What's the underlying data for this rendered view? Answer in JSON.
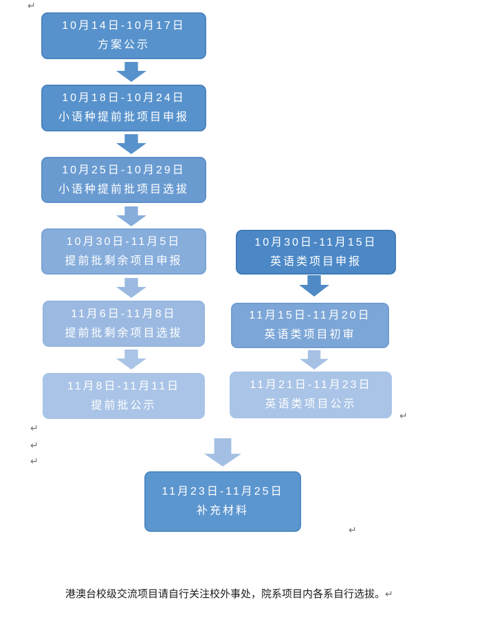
{
  "colors": {
    "page_background": "#ffffff",
    "box_text": "#ffffff",
    "note_text": "#1a1a1a",
    "paragraph_mark": "#707070",
    "shade_dark": "#4C88C6",
    "shade_medium": "#5792CC",
    "shade_light": "#A9C4E6"
  },
  "steps": [
    {
      "dates": "10月14日-10月17日",
      "label": "方案公示",
      "fill": "#5792CC",
      "border": "#4C84BE"
    },
    {
      "dates": "10月18日-10月24日",
      "label": "小语种提前批项目申报",
      "fill": "#5792CC",
      "border": "#4C84BE"
    },
    {
      "dates": "10月25日-10月29日",
      "label": "小语种提前批项目选拔",
      "fill": "#699BD1",
      "border": "#5D8FC8"
    },
    {
      "dates": "10月30日-11月5日",
      "label": "提前批剩余项目申报",
      "fill": "#87ADDB",
      "border": "#7BA3D4"
    },
    {
      "dates": "11月6日-11月8日",
      "label": "提前批剩余项目选拔",
      "fill": "#9CBAE1",
      "border": "#94B4DD"
    },
    {
      "dates": "11月8日-11月11日",
      "label": "提前批公示",
      "fill": "#A9C4E6",
      "border": "#A9C4E6"
    },
    {
      "dates": "10月30日-11月15日",
      "label": "英语类项目申报",
      "fill": "#4C88C6",
      "border": "#417AB9"
    },
    {
      "dates": "11月15日-11月20日",
      "label": "英语类项目初审",
      "fill": "#7CA6D7",
      "border": "#719CD0"
    },
    {
      "dates": "11月21日-11月23日",
      "label": "英语类项目公示",
      "fill": "#A9C4E6",
      "border": "#A9C4E6"
    },
    {
      "dates": "11月23日-11月25日",
      "label": "补充材料",
      "fill": "#5C96CF",
      "border": "#4F89C3"
    }
  ],
  "arrows": [
    {
      "fill": "#5792CC"
    },
    {
      "fill": "#5792CC"
    },
    {
      "fill": "#87ADDB"
    },
    {
      "fill": "#9CBAE1"
    },
    {
      "fill": "#A9C4E6"
    },
    {
      "fill": "#4F89C6"
    },
    {
      "fill": "#A6C1E4"
    },
    {
      "fill": "#A3BFE3"
    }
  ],
  "paragraph_mark": "↵",
  "note": "港澳台校级交流项目请自行关注校外事处，院系项目内各系自行选拔。"
}
